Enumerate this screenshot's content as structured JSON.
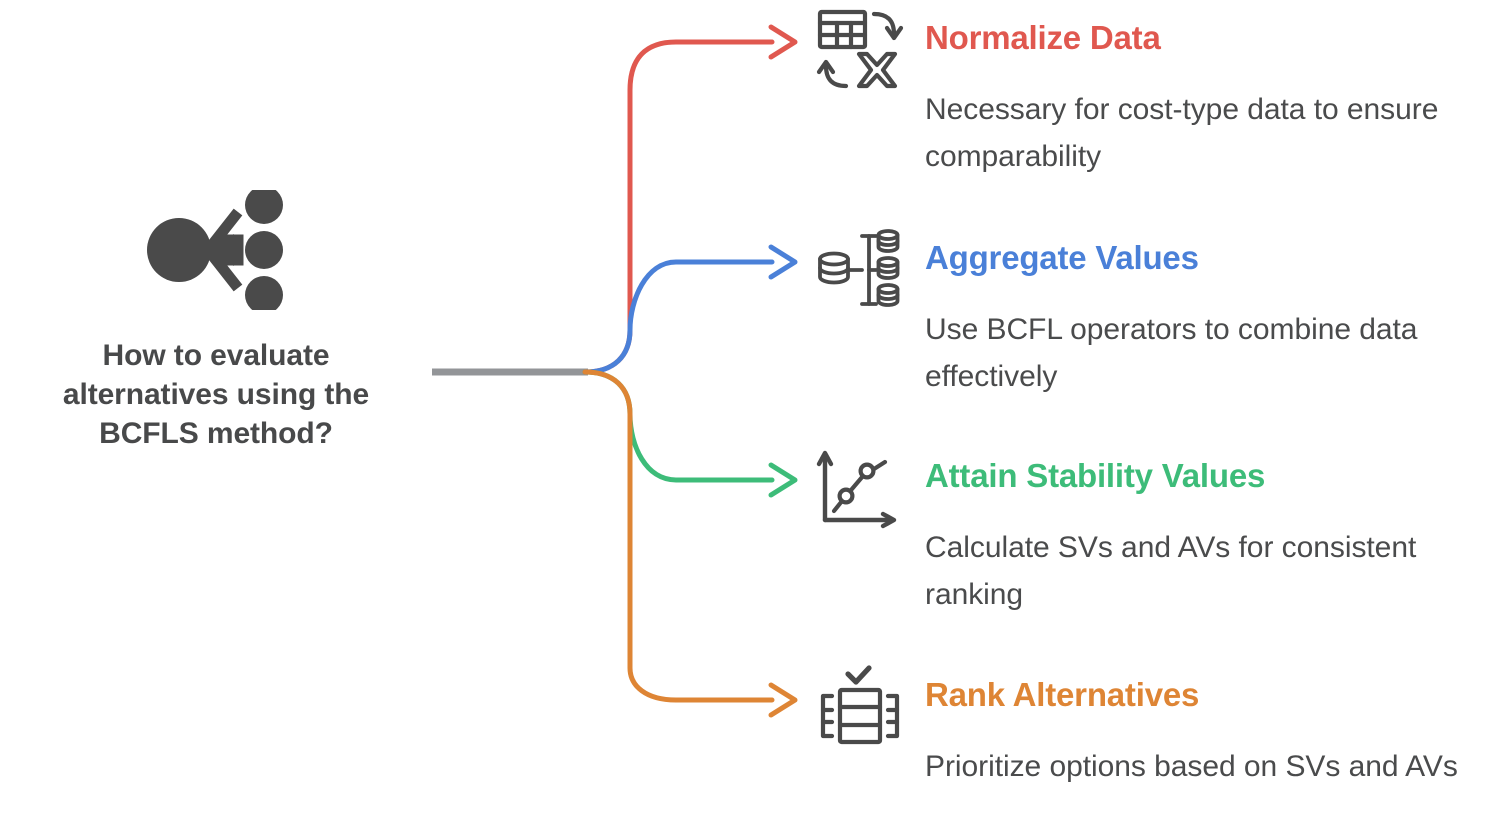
{
  "root": {
    "icon": "merge-nodes-icon",
    "label": "How to evaluate\nalternatives using the\nBCFLS method?",
    "stem_color": "#939598",
    "icon_color": "#4a4a4a",
    "text_color": "#48494a"
  },
  "branches": [
    {
      "id": "normalize-data",
      "icon": "table-transform-icon",
      "title": "Normalize Data",
      "description": "Necessary for cost-type data to ensure comparability",
      "color": "#e0584f"
    },
    {
      "id": "aggregate-values",
      "icon": "database-aggregate-icon",
      "title": "Aggregate Values",
      "description": "Use BCFL operators to combine data effectively",
      "color": "#4a80d8"
    },
    {
      "id": "attain-stability-values",
      "icon": "line-chart-points-icon",
      "title": "Attain Stability Values",
      "description": "Calculate SVs and AVs for consistent ranking",
      "color": "#3dbc79"
    },
    {
      "id": "rank-alternatives",
      "icon": "ranked-cards-check-icon",
      "title": "Rank Alternatives",
      "description": "Prioritize options based on SVs and AVs",
      "color": "#de8535"
    }
  ]
}
